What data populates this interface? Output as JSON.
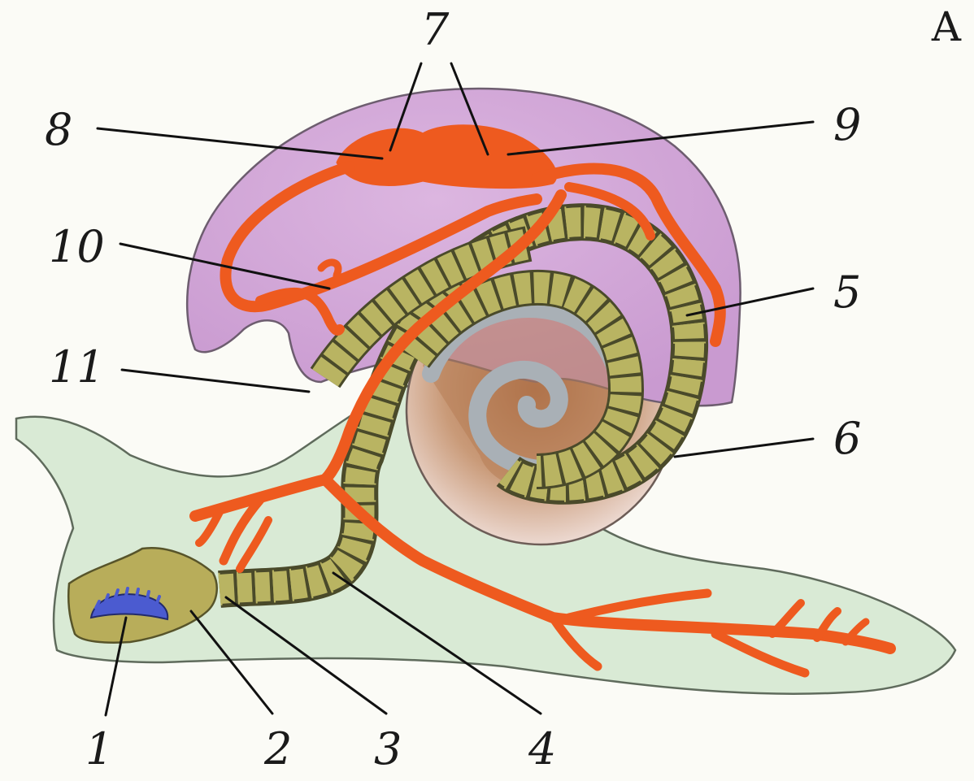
{
  "panel_letter": "А",
  "labels": {
    "l1": "1",
    "l2": "2",
    "l3": "3",
    "l4": "4",
    "l5": "5",
    "l6": "6",
    "l7": "7",
    "l8": "8",
    "l9": "9",
    "l10": "10",
    "l11": "11"
  },
  "colors": {
    "body": "#d9ead5",
    "mantle": "#d6a9d8",
    "shell_interior": "#b77d55",
    "digestive_tube": "#b9b462",
    "vessels": "#ee5a1f",
    "gland_lining": "#a9b0b6",
    "pharynx": "#b8ad5a",
    "radula": "#4b5bd0"
  }
}
